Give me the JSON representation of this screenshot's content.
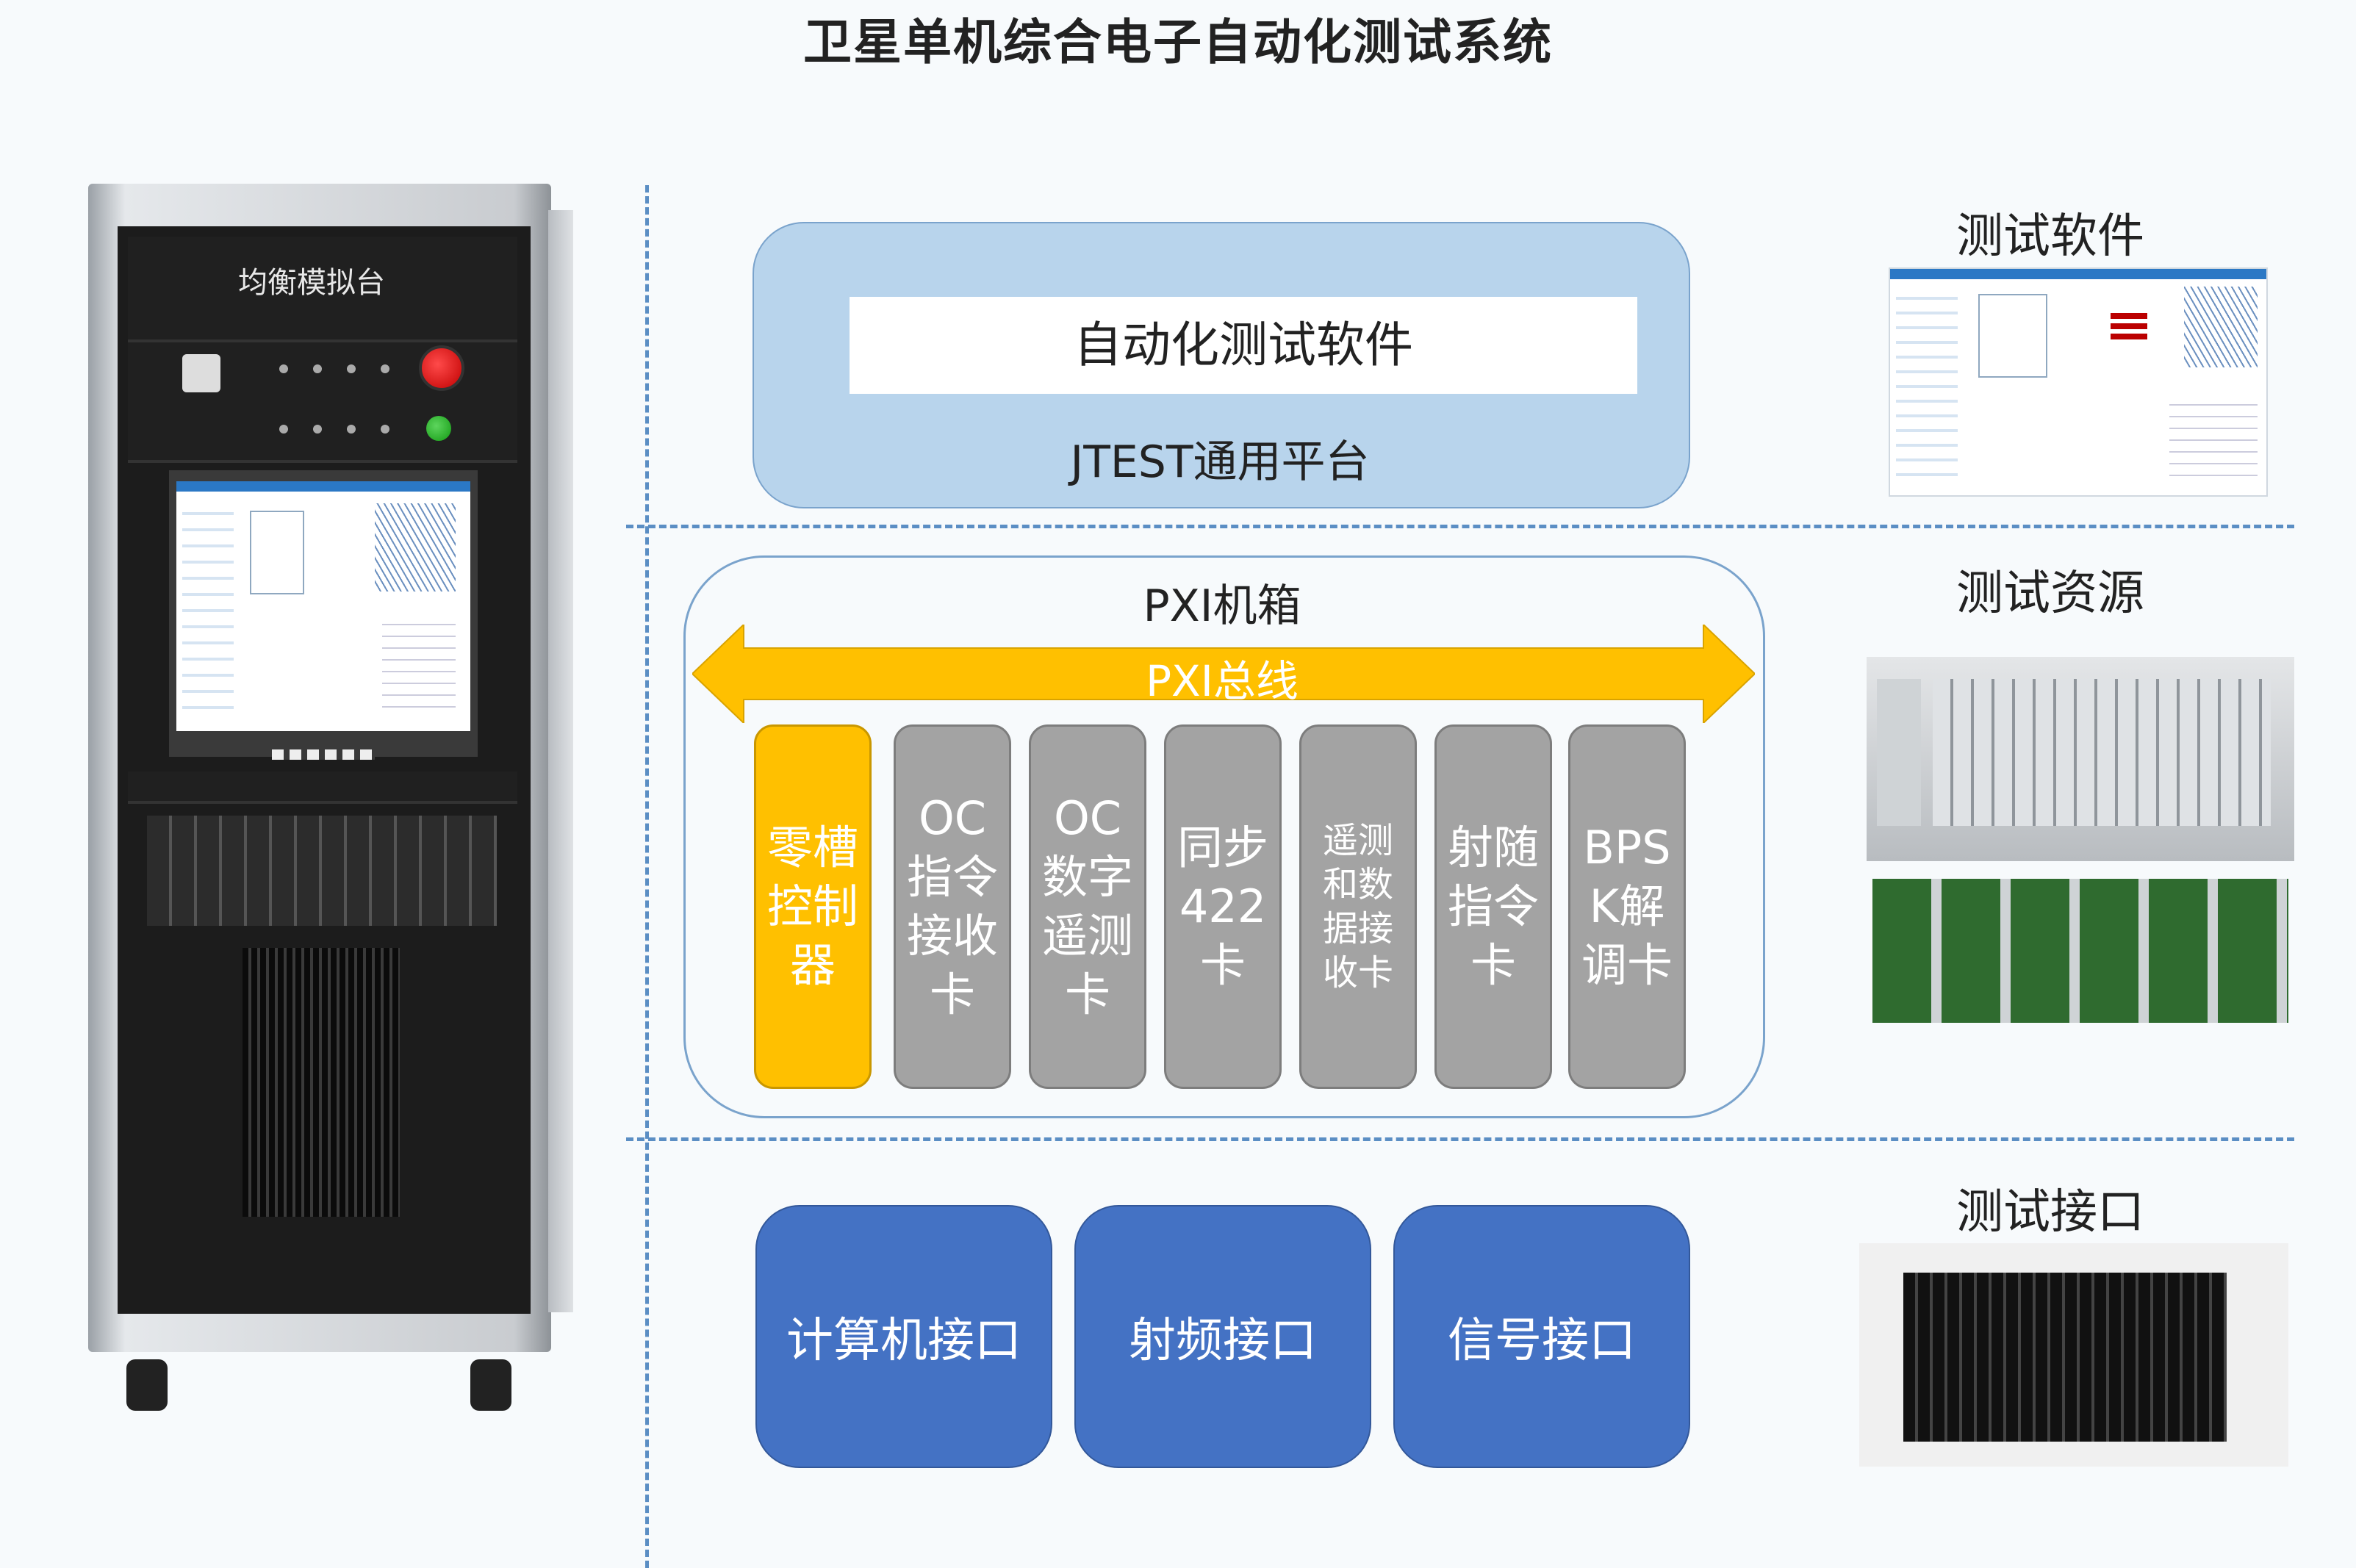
{
  "title": "卫星单机综合电子自动化测试系统",
  "rack": {
    "label": "均衡模拟台"
  },
  "software_layer": {
    "app_label": "自动化测试软件",
    "platform_label": "JTEST通用平台"
  },
  "pxi": {
    "chassis_label": "PXI机箱",
    "bus_label": "PXI总线",
    "cards": [
      "零槽控制器",
      "OC指令接收卡",
      "OC数字遥测卡",
      "同步422卡",
      "遥测和数据接收卡",
      "射随指令卡",
      "BPSK解调卡"
    ]
  },
  "interfaces": [
    "计算机接口",
    "射频接口",
    "信号接口"
  ],
  "right_labels": {
    "software": "测试软件",
    "resources": "测试资源",
    "interface": "测试接口"
  },
  "colors": {
    "software_box": "#b8d4ec",
    "bus_arrow": "#ffc000",
    "zero_slot_card": "#ffc000",
    "card": "#a3a3a3",
    "interface_box": "#4472c4",
    "divider": "#5b8ec4"
  }
}
